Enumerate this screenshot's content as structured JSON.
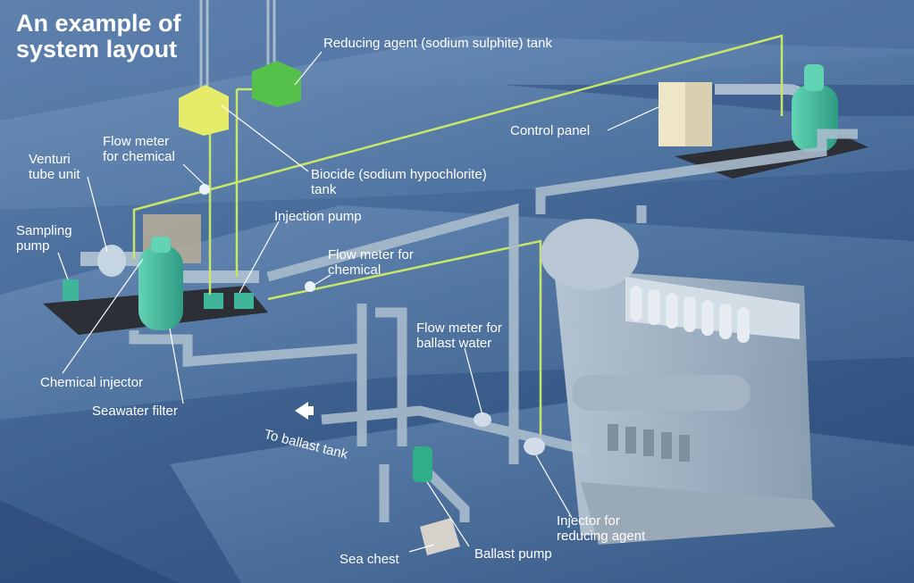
{
  "title": {
    "line1": "An example of",
    "line2": "system layout"
  },
  "labels": {
    "reducing_agent_tank": "Reducing agent (sodium sulphite) tank",
    "control_panel": "Control panel",
    "flow_meter_chemical_top": [
      "Flow meter",
      "for chemical"
    ],
    "venturi": [
      "Venturi",
      "tube unit"
    ],
    "biocide_tank": [
      "Biocide (sodium hypochlorite)",
      "tank"
    ],
    "injection_pump": "Injection pump",
    "sampling_pump": [
      "Sampling",
      "pump"
    ],
    "flow_meter_chemical_mid": [
      "Flow meter for",
      "chemical"
    ],
    "flow_meter_ballast": [
      "Flow meter for",
      "ballast water"
    ],
    "chemical_injector": "Chemical injector",
    "seawater_filter": "Seawater filter",
    "to_ballast_tank": "To ballast tank",
    "injector_reducing": [
      "Injector for",
      "reducing agent"
    ],
    "sea_chest": "Sea chest",
    "ballast_pump": "Ballast pump"
  },
  "icons": {
    "arrow": "left-arrow-icon",
    "yellow_tank": "biocide-tank-icon",
    "green_tank": "reducing-agent-tank-icon"
  },
  "colors": {
    "background": "#3f6392",
    "label_text": "#ffffff",
    "biocide_tank": "#e4ec6a",
    "reducing_tank": "#55c04a",
    "chemical_line": "#c8e66a",
    "equipment_teal": "#3fb59a",
    "pipe": "#a9bccd"
  }
}
